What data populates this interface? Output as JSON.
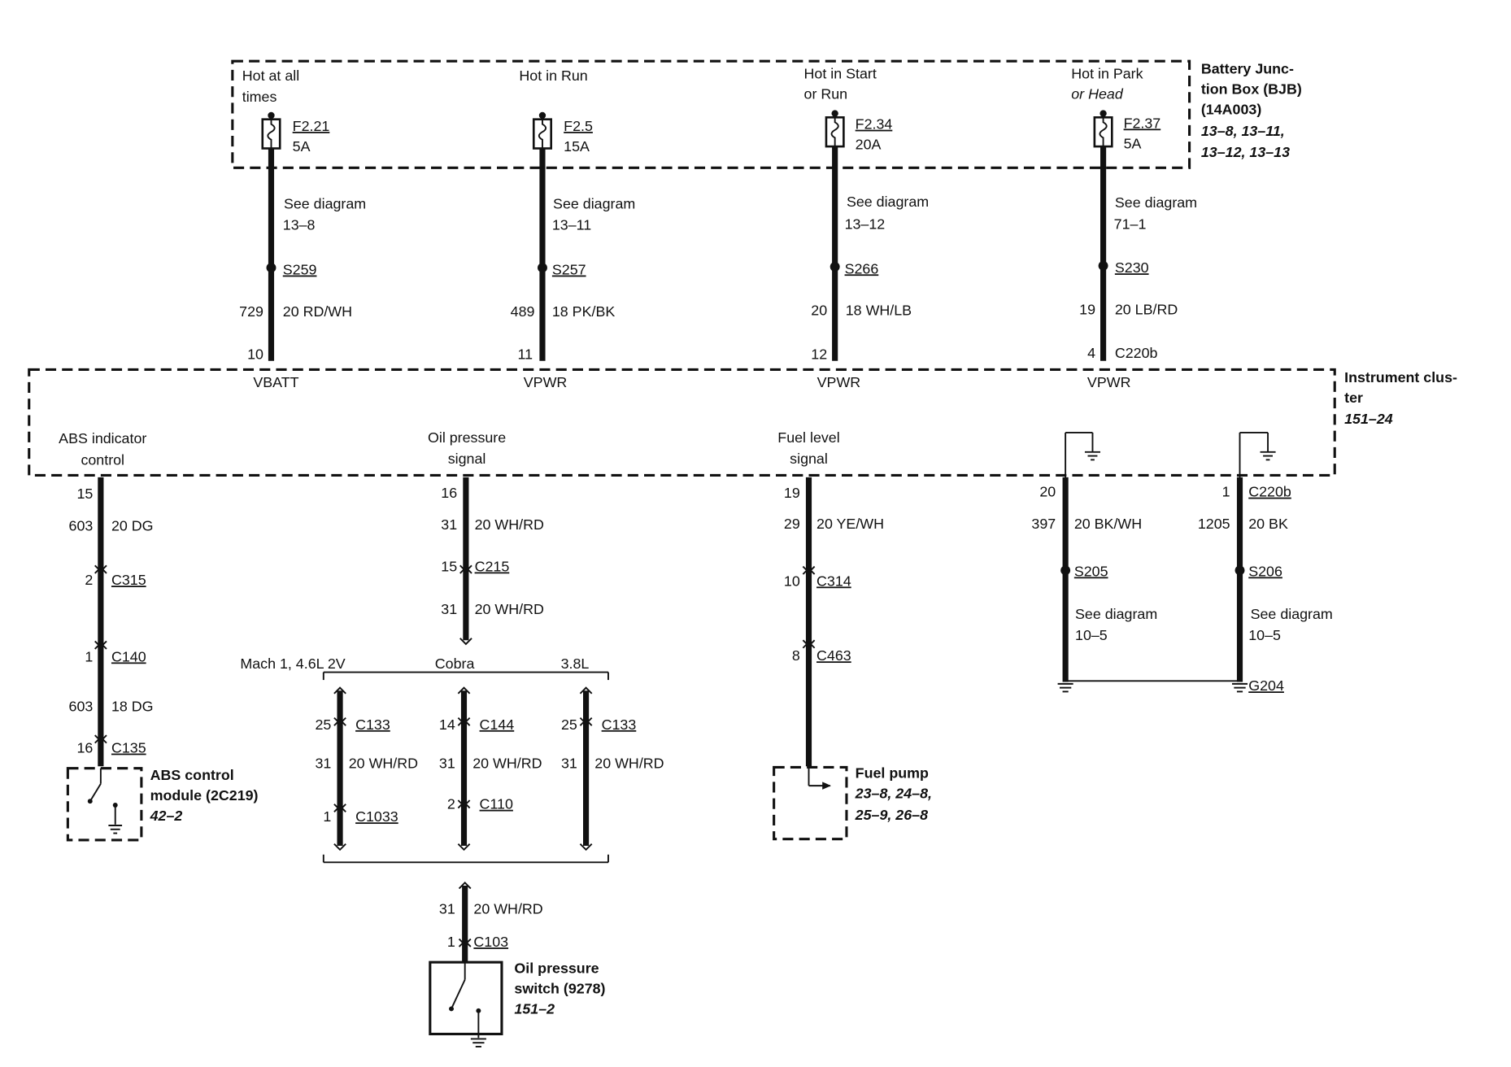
{
  "bjb": {
    "title_lines": [
      "Battery Junc-",
      "tion Box (BJB)",
      "(14A003)"
    ],
    "ref_lines": [
      "13–8, 13–11,",
      "13–12, 13–13"
    ]
  },
  "cluster": {
    "title_lines": [
      "Instrument clus-",
      "ter"
    ],
    "ref": "151–24"
  },
  "fuses": [
    {
      "hot_lines": [
        "Hot at all",
        "times"
      ],
      "fuse": "F2.21",
      "amps": "5A",
      "see_label": "See diagram",
      "see_ref": "13–8",
      "splice": "S259",
      "circuit": "729",
      "wire": "20 RD/WH",
      "pin": "10",
      "pin_label": "VBATT",
      "connector": ""
    },
    {
      "hot_lines": [
        "Hot in Run"
      ],
      "fuse": "F2.5",
      "amps": "15A",
      "see_label": "See diagram",
      "see_ref": "13–11",
      "splice": "S257",
      "circuit": "489",
      "wire": "18 PK/BK",
      "pin": "11",
      "pin_label": "VPWR",
      "connector": ""
    },
    {
      "hot_lines": [
        "Hot in Start",
        "or Run"
      ],
      "fuse": "F2.34",
      "amps": "20A",
      "see_label": "See diagram",
      "see_ref": "13–12",
      "splice": "S266",
      "circuit": "20",
      "wire": "18 WH/LB",
      "pin": "12",
      "pin_label": "VPWR",
      "connector": ""
    },
    {
      "hot_lines": [
        "Hot in Park",
        "or Head"
      ],
      "fuse": "F2.37",
      "amps": "5A",
      "see_label": "See diagram",
      "see_ref": "71–1",
      "splice": "S230",
      "circuit": "19",
      "wire": "20 LB/RD",
      "pin": "4",
      "pin_label": "VPWR",
      "connector": "C220b"
    }
  ],
  "abs": {
    "signal_lines": [
      "ABS indicator",
      "control"
    ],
    "pin": "15",
    "circuit1": "603",
    "wire1": "20 DG",
    "c1_pin": "2",
    "c1": "C315",
    "c2_pin": "1",
    "c2": "C140",
    "circuit2": "603",
    "wire2": "18 DG",
    "c3_pin": "16",
    "c3": "C135",
    "module_lines": [
      "ABS control",
      "module (2C219)"
    ],
    "module_ref": "42–2"
  },
  "oil": {
    "signal_lines": [
      "Oil pressure",
      "signal"
    ],
    "pin": "16",
    "circuit1": "31",
    "wire1": "20 WH/RD",
    "c1_pin": "15",
    "c1": "C215",
    "circuit2": "31",
    "wire2": "20 WH/RD",
    "variant_labels": [
      "Mach 1, 4.6L 2V",
      "Cobra",
      "3.8L"
    ],
    "variants": [
      {
        "pin_top": "25",
        "conn_top": "C133",
        "circuit": "31",
        "wire": "20 WH/RD",
        "pin_bottom": "1",
        "conn_bottom": "C1033"
      },
      {
        "pin_top": "14",
        "conn_top": "C144",
        "circuit": "31",
        "wire": "20 WH/RD",
        "pin_bottom": "2",
        "conn_bottom": "C110"
      },
      {
        "pin_top": "25",
        "conn_top": "C133",
        "circuit": "31",
        "wire": "20 WH/RD",
        "pin_bottom": "",
        "conn_bottom": ""
      }
    ],
    "circuit3": "31",
    "wire3": "20 WH/RD",
    "c_final_pin": "1",
    "c_final": "C103",
    "switch_lines": [
      "Oil pressure",
      "switch (9278)"
    ],
    "switch_ref": "151–2"
  },
  "fuel": {
    "signal_lines": [
      "Fuel level",
      "signal"
    ],
    "pin": "19",
    "circuit1": "29",
    "wire1": "20 YE/WH",
    "c1_pin": "10",
    "c1": "C314",
    "c2_pin": "8",
    "c2": "C463",
    "pump_label": "Fuel pump",
    "pump_ref_lines": [
      "23–8, 24–8,",
      "25–9, 26–8"
    ]
  },
  "grounds": [
    {
      "pin": "20",
      "connector": "",
      "circuit": "397",
      "wire": "20 BK/WH",
      "splice": "S205",
      "see_label": "See diagram",
      "see_ref": "10–5",
      "ground_label": ""
    },
    {
      "pin": "1",
      "connector": "C220b",
      "circuit": "1205",
      "wire": "20 BK",
      "splice": "S206",
      "see_label": "See diagram",
      "see_ref": "10–5",
      "ground_label": "G204"
    }
  ]
}
